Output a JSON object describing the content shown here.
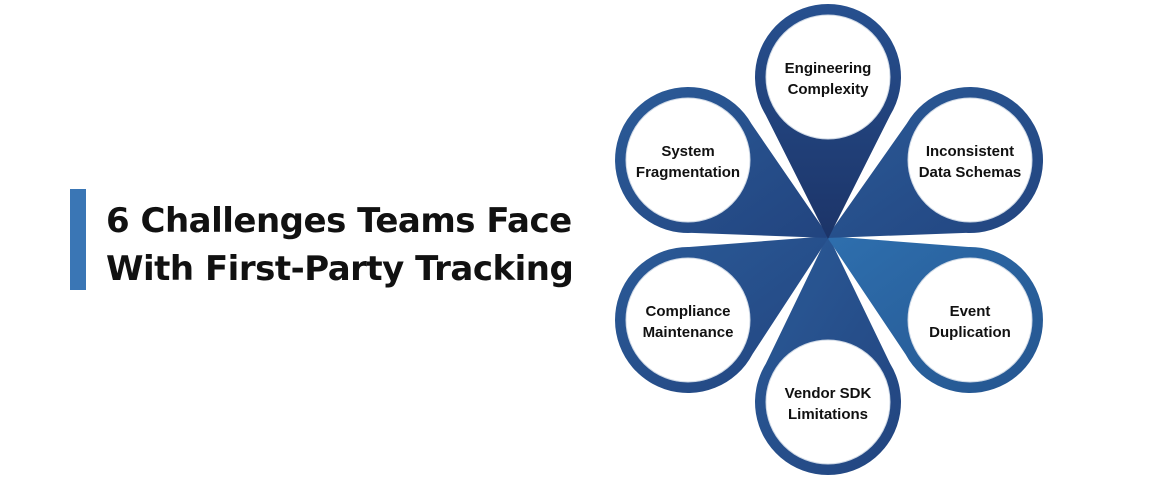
{
  "title": {
    "line1": "6 Challenges Teams Face",
    "line2": "With First-Party Tracking"
  },
  "colors": {
    "accent_bar": "#3a76b5",
    "petal_dark": "#1f3b73",
    "petal_mid": "#27508f",
    "petal_light": "#2d6aa8"
  },
  "challenges": [
    {
      "line1": "Engineering",
      "line2": "Complexity"
    },
    {
      "line1": "Inconsistent",
      "line2": "Data Schemas"
    },
    {
      "line1": "Event",
      "line2": "Duplication"
    },
    {
      "line1": "Vendor SDK",
      "line2": "Limitations"
    },
    {
      "line1": "Compliance",
      "line2": "Maintenance"
    },
    {
      "line1": "System",
      "line2": "Fragmentation"
    }
  ]
}
